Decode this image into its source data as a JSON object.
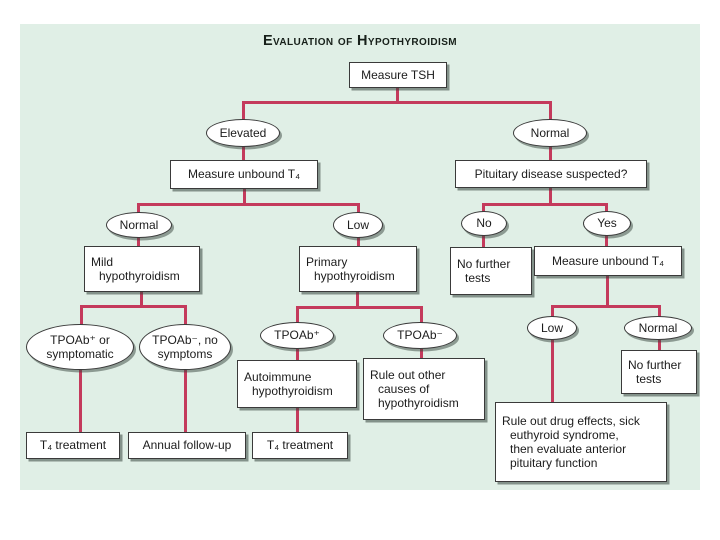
{
  "title": "Evaluation of Hypothyroidism",
  "colors": {
    "panel_background": "#e0efe6",
    "connector_line": "#c43a5c",
    "node_background": "#ffffff",
    "node_border": "#3a3a3a",
    "text": "#1c1c1c"
  },
  "nodes": {
    "measure_tsh": "Measure TSH",
    "elevated": "Elevated",
    "normal_tsh": "Normal",
    "measure_unbound_t4_left": "Measure unbound T₄",
    "pituitary_disease_suspected": "Pituitary disease suspected?",
    "normal_t4": "Normal",
    "low_t4": "Low",
    "no": "No",
    "yes": "Yes",
    "mild_hypothyroidism": "Mild\nhypothyroidism",
    "primary_hypothyroidism": "Primary\nhypothyroidism",
    "no_further_tests_left": "No further\ntests",
    "measure_unbound_t4_right": "Measure unbound T₄",
    "tpoab_pos_or_symptomatic": "TPOAb⁺ or\nsymptomatic",
    "tpoab_neg_no_symptoms": "TPOAb⁻, no\nsymptoms",
    "tpoab_pos": "TPOAb⁺",
    "tpoab_neg": "TPOAb⁻",
    "low_right": "Low",
    "normal_right": "Normal",
    "t4_treatment_1": "T₄ treatment",
    "annual_follow_up": "Annual follow-up",
    "autoimmune_hypothyroidism": "Autoimmune\nhypothyroidism",
    "rule_out_other_causes": "Rule out other\ncauses of\nhypothyroidism",
    "t4_treatment_2": "T₄ treatment",
    "rule_out_drug_effects": "Rule out drug effects, sick\neuthyroid syndrome,\nthen evaluate anterior\npituitary function",
    "no_further_tests_right": "No further\ntests"
  }
}
